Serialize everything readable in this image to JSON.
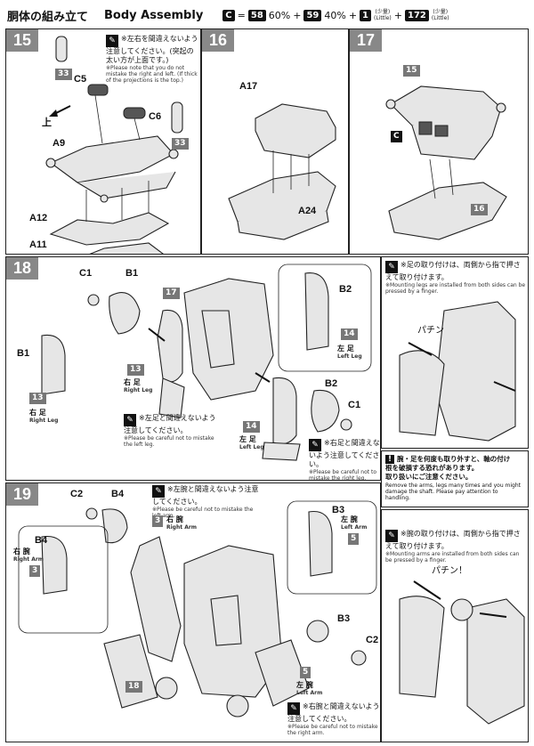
{
  "header": {
    "title_jp": "胴体の組み立て",
    "title_en": "Body Assembly",
    "paint_code": "C",
    "equals": "=",
    "paint_a_box": "58",
    "paint_a_pct": "60%",
    "plus": "+",
    "paint_b_box": "59",
    "paint_b_pct": "40%",
    "paint_c_box": "1",
    "paint_c_note_jp": "(少量)",
    "paint_c_note_en": "(Little)",
    "paint_d_box": "172",
    "paint_d_note_jp": "(少量)",
    "paint_d_note_en": "(Little)"
  },
  "step15": {
    "number": "15",
    "parts": [
      "C5",
      "C6",
      "A9",
      "A12",
      "A11"
    ],
    "tag_33a": "33",
    "tag_33b": "33",
    "up_label": "上",
    "note_jp": "※左右を間違えないよう注意してください。(突起の太い方が上面です。)",
    "note_en": "※Please note that you do not mistake the right and left. (If thick of the projections is the top.)"
  },
  "step16": {
    "number": "16",
    "parts": [
      "A17",
      "A24"
    ]
  },
  "step17": {
    "number": "17",
    "tag_top": "15",
    "tag_bottom": "16",
    "part_c": "C"
  },
  "step18": {
    "number": "18",
    "labels": {
      "c1_top": "C1",
      "b1_top": "B1",
      "b1_left": "B1",
      "b2_right": "B2",
      "b2_mid": "B2",
      "c1_mid": "C1"
    },
    "tag_13a": "13",
    "tag_13b": "13",
    "tag_17": "17",
    "tag_14a": "14",
    "tag_14b": "14",
    "right_leg_jp": "右 足",
    "right_leg_en": "Right Leg",
    "right_leg2_jp": "右 足",
    "right_leg2_en": "Right Leg",
    "left_leg_jp": "左 足",
    "left_leg_en": "Left Leg",
    "left_leg2_jp": "左 足",
    "left_leg2_en": "Left Leg",
    "note_left_jp": "※左足と間違えないよう注意してください。",
    "note_left_en": "※Please be careful not to mistake the left leg.",
    "note_right_jp": "※右足と間違えないよう注意してください。",
    "note_right_en": "※Please be careful not to mistake the right leg.",
    "tip_jp": "※足の取り付けは、両側から指で押さえて取り付けます。",
    "tip_en": "※Mounting legs are installed from both sides can be pressed by a finger.",
    "sfx": "パチン"
  },
  "warning": {
    "jp_1": "腕・足を何度も取り外すと、軸の付け",
    "jp_2": "根を破損する恐れがあります。",
    "jp_3": "取り扱いにご注意ください。",
    "en": "Remove the arms, legs many times and you might damage the shaft. Please pay attention to handling."
  },
  "step19": {
    "number": "19",
    "labels": {
      "c2_top": "C2",
      "b4_top": "B4",
      "b4_left": "B4",
      "b3_right": "B3",
      "b3_mid": "B3",
      "c2_mid": "C2"
    },
    "tag_3a": "3",
    "tag_3b": "3",
    "tag_5a": "5",
    "tag_5b": "5",
    "tag_18": "18",
    "right_arm_jp": "右 腕",
    "right_arm_en": "Right Arm",
    "right_arm2_jp": "右 腕",
    "right_arm2_en": "Right Arm",
    "left_arm_jp": "左 腕",
    "left_arm_en": "Left Arm",
    "left_arm2_jp": "左 腕",
    "left_arm2_en": "Left Arm",
    "note_top_jp": "※左腕と間違えないよう注意してください。",
    "note_top_en": "※Please be careful not to mistake the left arm.",
    "note_bottom_jp": "※右腕と間違えないよう注意してください。",
    "note_bottom_en": "※Please be careful not to mistake the right arm.",
    "tip_jp": "※腕の取り付けは、両側から指で押さえて取り付けます。",
    "tip_en": "※Mounting arms are installed from both sides can be pressed by a finger.",
    "sfx": "パチン！"
  }
}
